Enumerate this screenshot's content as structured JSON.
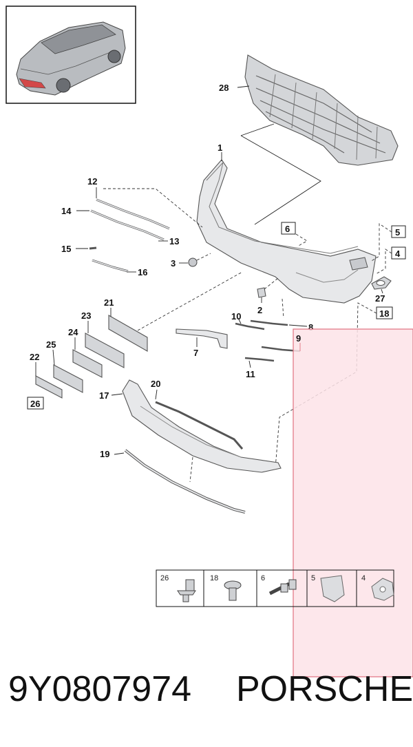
{
  "callouts": {
    "c1": "1",
    "c2": "2",
    "c3": "3",
    "c4": "4",
    "c5": "5",
    "c6": "6",
    "c7": "7",
    "c8": "8",
    "c9": "9",
    "c10": "10",
    "c11": "11",
    "c12": "12",
    "c13": "13",
    "c14": "14",
    "c15": "15",
    "c16": "16",
    "c17": "17",
    "c18": "18",
    "c19": "19",
    "c20": "20",
    "c21": "21",
    "c22": "22",
    "c23": "23",
    "c24": "24",
    "c25": "25",
    "c26": "26",
    "c27": "27",
    "c28": "28"
  },
  "fastener_strip": [
    "26",
    "18",
    "6",
    "5",
    "4"
  ],
  "footer": {
    "part_number": "9Y0807974",
    "brand": "PORSCHE"
  },
  "colors": {
    "highlight_fill": "#fde3e8",
    "highlight_stroke": "#e0707f",
    "part_fill": "#e7e8ea",
    "line": "#222222"
  },
  "icons": [
    "car-thumbnail-icon",
    "rivet-icon",
    "screw-icon",
    "bolt-icon",
    "clip-icon",
    "nut-clip-icon"
  ]
}
